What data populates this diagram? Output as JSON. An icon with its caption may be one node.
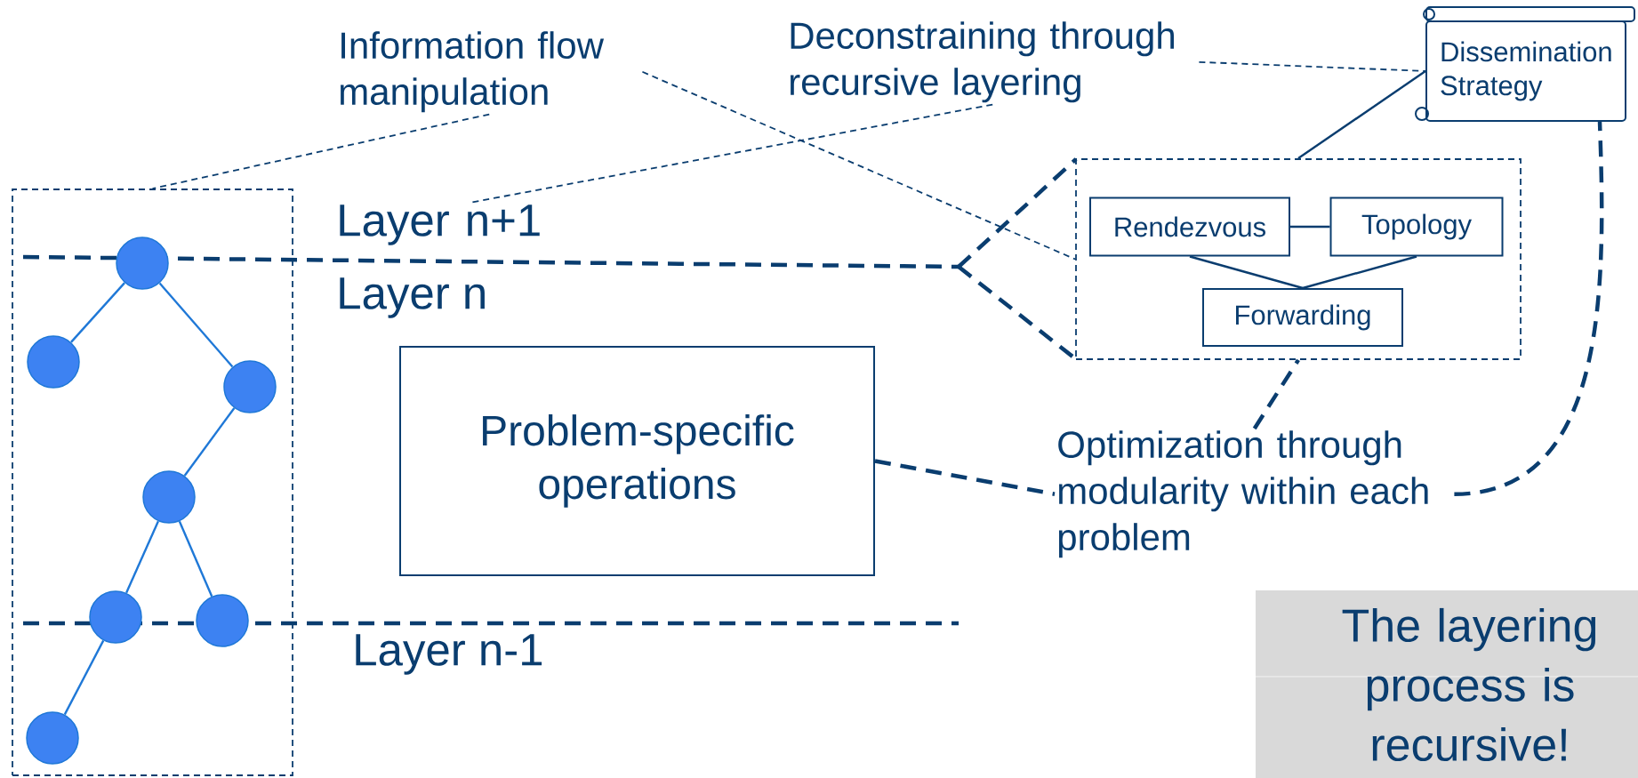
{
  "diagram": {
    "nodes": [
      {
        "text": [],
        "shape": "box"
      },
      {
        "text": [],
        "shape": "circle",
        "in": 0
      },
      {
        "text": [],
        "shape": "circle",
        "in": 0
      },
      {
        "text": [],
        "shape": "circle",
        "in": 0
      },
      {
        "text": [],
        "shape": "circle",
        "in": 0
      },
      {
        "text": [],
        "shape": "circle",
        "in": 0
      },
      {
        "text": [],
        "shape": "circle",
        "in": 0
      },
      {
        "text": [],
        "shape": "circle",
        "in": 0
      },
      {
        "text": [
          "Information flow manipulation"
        ]
      },
      {
        "text": [
          "Deconstraining through recursive layering"
        ]
      },
      {
        "text": [
          "Dissemination Strategy"
        ]
      },
      {
        "text": [],
        "shape": "box"
      },
      {
        "text": [
          "Rendezvous"
        ],
        "in": 11
      },
      {
        "text": [
          "Topology"
        ],
        "in": 11
      },
      {
        "text": [
          "Forwarding"
        ],
        "in": 11
      },
      {
        "text": [
          "Problem-specific operations"
        ]
      },
      {
        "text": [
          "Optimization through modularity within each problem"
        ]
      },
      {
        "text": [
          "The layering process is recursive!"
        ]
      },
      {
        "text": [
          "Layer n+1"
        ]
      }
    ],
    "edges": [
      {
        "from": 1,
        "to": 2,
        "arrow": "none",
        "color": "#1f78d7"
      },
      {
        "from": 1,
        "to": 3,
        "arrow": "none",
        "color": "#1f78d7"
      },
      {
        "from": 3,
        "to": 4,
        "arrow": "none",
        "color": "#1f78d7"
      },
      {
        "from": 4,
        "to": 5,
        "arrow": "none",
        "color": "#1f78d7"
      },
      {
        "from": 4,
        "to": 6,
        "arrow": "none",
        "color": "#1f78d7"
      },
      {
        "from": 5,
        "to": 7,
        "arrow": "none",
        "color": "#1f78d7"
      },
      {
        "from": 8,
        "to": 0,
        "arrow": "none",
        "style": "dashed"
      },
      {
        "from": 8,
        "to": 11,
        "arrow": "none",
        "style": "dashed"
      },
      {
        "from": 9,
        "to": 18,
        "arrow": "none",
        "style": "dashed"
      },
      {
        "from": 9,
        "to": 10,
        "arrow": "none",
        "style": "dashed"
      },
      {
        "from": 10,
        "to": 11,
        "arrow": "none"
      },
      {
        "from": 12,
        "to": 13,
        "arrow": "none"
      },
      {
        "from": 12,
        "to": 14,
        "arrow": "none"
      },
      {
        "from": 13,
        "to": 14,
        "arrow": "none"
      },
      {
        "from": 15,
        "to": 16,
        "arrow": "none",
        "style": "dashed"
      },
      {
        "from": 16,
        "to": 11,
        "arrow": "none",
        "style": "dashed"
      },
      {
        "from": 16,
        "to": 10,
        "arrow": "none",
        "style": "dashed"
      }
    ],
    "labels": [
      "Layer n",
      "Layer n-1"
    ]
  }
}
